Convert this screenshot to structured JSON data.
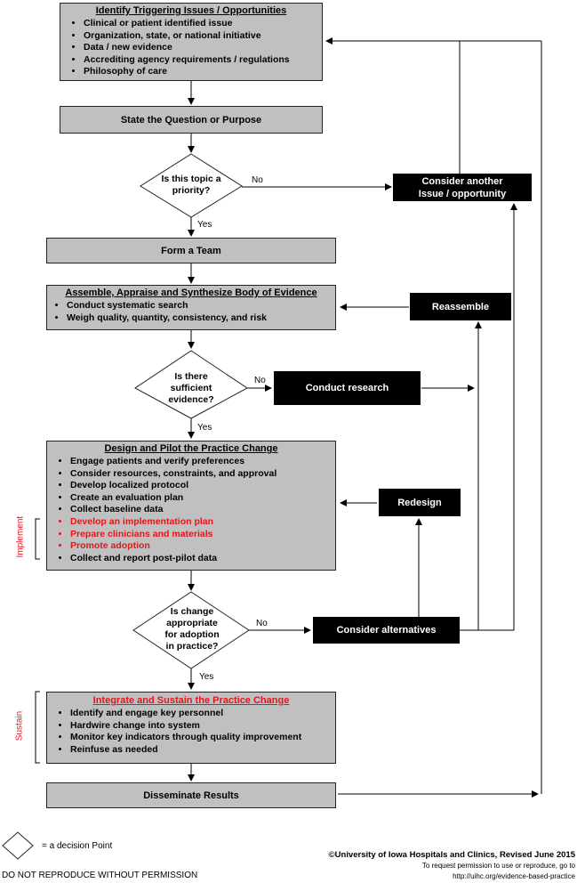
{
  "flow": {
    "identify": {
      "title": "Identify Triggering Issues / Opportunities",
      "items": [
        "Clinical or patient identified issue",
        "Organization, state, or national initiative",
        "Data / new evidence",
        "Accrediting agency requirements / regulations",
        "Philosophy of care"
      ]
    },
    "question": "State the Question or Purpose",
    "priority_decision": "Is this topic a priority?",
    "consider_another": "Consider another Issue / opportunity",
    "team": "Form a Team",
    "assemble": {
      "title": "Assemble, Appraise and Synthesize Body of Evidence",
      "items": [
        "Conduct systematic search",
        "Weigh quality, quantity, consistency, and risk"
      ]
    },
    "reassemble": "Reassemble",
    "evidence_decision": "Is there sufficient evidence?",
    "research": "Conduct research",
    "design": {
      "title": "Design and Pilot the Practice Change",
      "items": [
        {
          "text": "Engage patients and verify preferences",
          "red": false
        },
        {
          "text": "Consider resources, constraints, and approval",
          "red": false
        },
        {
          "text": "Develop localized protocol",
          "red": false
        },
        {
          "text": "Create an evaluation plan",
          "red": false
        },
        {
          "text": "Collect baseline data",
          "red": false
        },
        {
          "text": "Develop an implementation plan",
          "red": true
        },
        {
          "text": "Prepare clinicians and materials",
          "red": true
        },
        {
          "text": "Promote adoption",
          "red": true
        },
        {
          "text": "Collect and report post-pilot data",
          "red": false
        }
      ]
    },
    "redesign": "Redesign",
    "change_decision": "Is change appropriate for adoption in practice?",
    "alternatives": "Consider alternatives",
    "integrate": {
      "title": "Integrate and Sustain the Practice Change",
      "items": [
        "Identify and engage key personnel",
        "Hardwire change into system",
        "Monitor key indicators through quality improvement",
        "Reinfuse as needed"
      ]
    },
    "disseminate": "Disseminate Results"
  },
  "labels": {
    "yes": "Yes",
    "no": "No",
    "implement": "Implement",
    "sustain": "Sustain"
  },
  "legend": {
    "decision": "= a decision Point"
  },
  "footer": {
    "copyright": "©University of Iowa Hospitals and Clinics, Revised June 2015",
    "permission": "To request permission to use or reproduce, go to",
    "url": "http://uihc.org/evidence-based-practice",
    "notice": "DO NOT REPRODUCE WITHOUT PERMISSION"
  },
  "colors": {
    "box": "#c0c0c0",
    "black_box": "#000000",
    "red": "#e8131b"
  }
}
